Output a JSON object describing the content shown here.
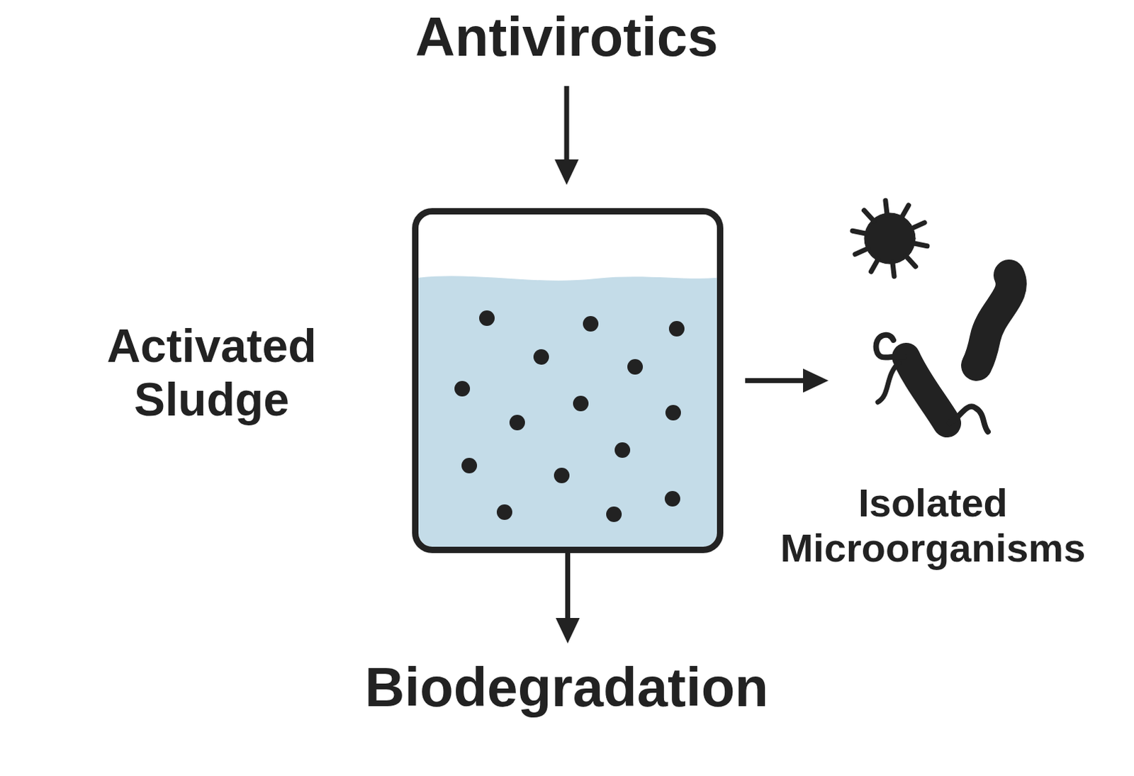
{
  "diagram": {
    "nodes": [
      {
        "text": [
          "Antivirotics"
        ]
      },
      {
        "text": [
          "Activated Sludge"
        ]
      },
      {
        "text": [
          "Isolated Microorganisms"
        ]
      },
      {
        "text": [
          "Biodegradation"
        ]
      }
    ],
    "edges": [
      {
        "from": 0,
        "to": 1,
        "arrow": "to"
      },
      {
        "from": 1,
        "to": 2,
        "arrow": "to"
      },
      {
        "from": 1,
        "to": 3,
        "arrow": "to"
      }
    ]
  }
}
